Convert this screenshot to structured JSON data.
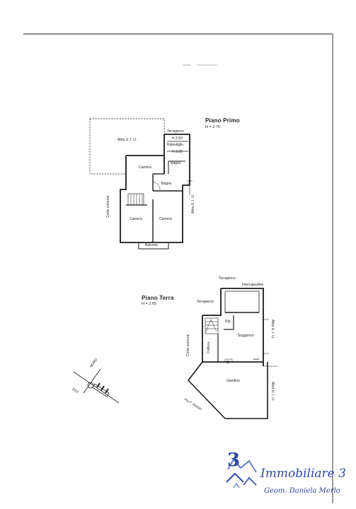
{
  "piano_primo": {
    "title": "Piano Primo",
    "height": "H = 2.70",
    "rooms": {
      "terrapieno": "Terrapieno",
      "h250": "H 2,50",
      "ripostiglio": "Ripostiglio",
      "h285": "H 2,85",
      "altra_uiu_top": "Altra U. I. U.",
      "camera_top": "Camera",
      "bagno_top": "Bagno",
      "bagno_mid": "Bagno",
      "corte_comune": "Corte comune",
      "altra_uiu_right": "Altra U. I. U.",
      "camera_left": "Camera",
      "camera_right": "Camera",
      "balcone": "Balcone"
    }
  },
  "piano_terra": {
    "title": "Piano Terra",
    "height": "H = 2.65",
    "rooms": {
      "terrapieno_top": "Terrapieno",
      "intercapedine": "Intercapedine",
      "terrapieno_left": "Terrapieno",
      "rip": "Rip.",
      "soggiorno": "Soggiorno",
      "cottura": "Cottura",
      "corte_comune": "Corte comune",
      "altra_uiu_upper": "Altra U. I. U.",
      "giardino": "Giardino",
      "via": "Via F. Aloisio",
      "altra_uiu_lower": "Altra U. I. U."
    }
  },
  "compass": {
    "label_a": "NORD",
    "label_b": "EST"
  },
  "logo": {
    "number": "3",
    "brand_name": "Immobiliare 3",
    "subtitle": "Geom. Daniela Merlo",
    "brand_color": "#2f4aa0",
    "accent_color": "#5b77c9"
  }
}
